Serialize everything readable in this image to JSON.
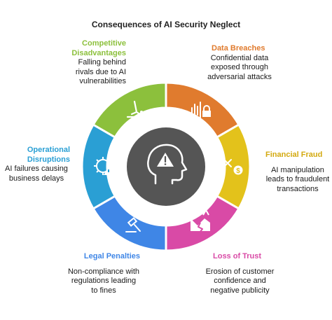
{
  "title": "Consequences of AI Security Neglect",
  "center_icon": "warning-head-icon",
  "segments": [
    {
      "key": "data-breaches",
      "heading": "Data Breaches",
      "text": "Confidential data exposed through adversarial attacks",
      "color": "#e07b2e",
      "icon": "audio-lock-icon"
    },
    {
      "key": "financial-fraud",
      "heading": "Financial Fraud",
      "text": "AI manipulation leads to fraudulent transactions",
      "color": "#e3c21b",
      "icon": "money-fraud-icon"
    },
    {
      "key": "loss-of-trust",
      "heading": "Loss of Trust",
      "text": "Erosion of customer confidence and negative publicity",
      "color": "#d94aa6",
      "icon": "broken-trust-icon"
    },
    {
      "key": "legal-penalties",
      "heading": "Legal Penalties",
      "text": "Non-compliance with regulations leading to fines",
      "color": "#3f86e6",
      "icon": "gavel-icon"
    },
    {
      "key": "operational-disruptions",
      "heading": "Operational Disruptions",
      "text": "AI failures causing business delays",
      "color": "#2a9fd4",
      "icon": "gear-warning-icon"
    },
    {
      "key": "competitive-disadvantages",
      "heading": "Competitive Disadvantages",
      "text": "Falling behind rivals due to AI vulnerabilities",
      "color": "#8cc03c",
      "icon": "falling-figure-icon"
    }
  ],
  "heading_colors": {
    "data-breaches": "#e07b2e",
    "financial-fraud": "#d3a90f",
    "loss-of-trust": "#d94aa6",
    "legal-penalties": "#3f86e6",
    "operational-disruptions": "#2a9fd4",
    "competitive-disadvantages": "#8cc03c"
  }
}
